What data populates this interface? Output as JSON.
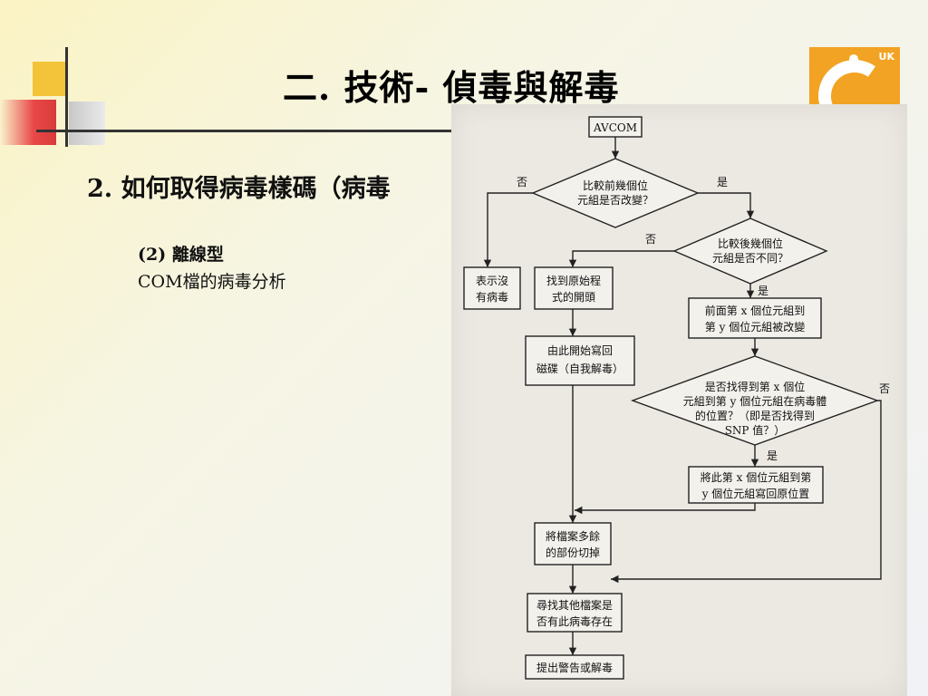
{
  "slide": {
    "title": "二. 技術- 偵毒與解毒",
    "heading": "2. 如何取得病毒樣碼（病毒",
    "sub_label": "(2) 離線型",
    "sub_text": "COM檔的病毒分析"
  },
  "logo": {
    "text": "UK"
  },
  "flowchart": {
    "start": "AVCOM",
    "decision1": [
      "比較前幾個位",
      "元組是否改變？"
    ],
    "decision1_no": "否",
    "decision1_yes": "是",
    "decision2": [
      "比較後幾個位",
      "元組是否不同？"
    ],
    "decision2_no": "否",
    "decision2_yes": "是",
    "box_no_virus": [
      "表示沒",
      "有病毒"
    ],
    "box_find_start": [
      "找到原始程",
      "式的開頭"
    ],
    "box_write_back": [
      "由此開始寫回",
      "磁碟（自我解毒）"
    ],
    "box_changed": [
      "前面第 x 個位元組到",
      "第 y 個位元組被改變"
    ],
    "decision3": [
      "是否找得到第 x 個位",
      "元組到第 y 個位元組在病毒體",
      "的位置？（即是否找得到",
      "SNP 值？）"
    ],
    "decision3_yes": "是",
    "decision3_no": "否",
    "box_restore": [
      "將此第 x 個位元組到第",
      "y 個位元組寫回原位置"
    ],
    "box_cut": [
      "將檔案多餘",
      "的部份切掉"
    ],
    "box_search": [
      "尋找其他檔案是",
      "否有此病毒存在"
    ],
    "box_warn": "提出警告或解毒"
  }
}
